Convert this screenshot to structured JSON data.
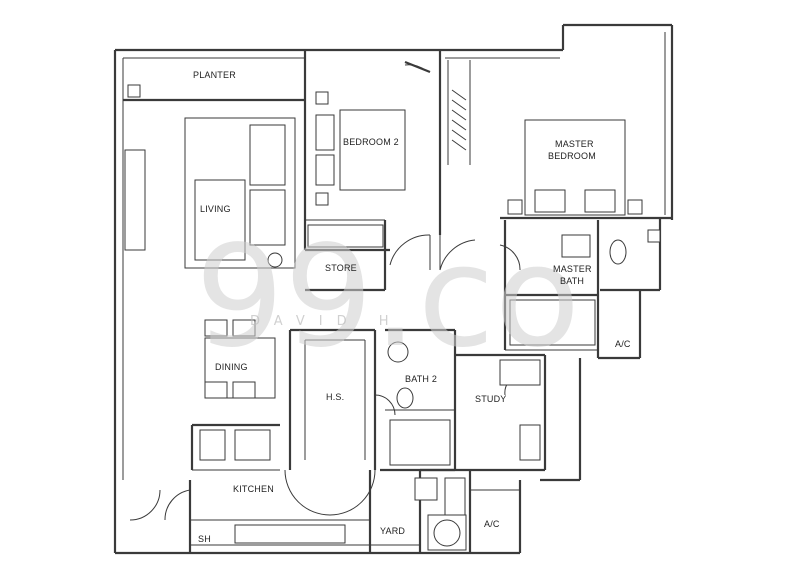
{
  "rooms": {
    "planter": "PLANTER",
    "living": "LIVING",
    "bedroom2": "BEDROOM 2",
    "store": "STORE",
    "master_bedroom_line1": "MASTER",
    "master_bedroom_line2": "BEDROOM",
    "master_bath_line1": "MASTER",
    "master_bath_line2": "BATH",
    "ac_upper": "A/C",
    "dining": "DINING",
    "hs": "H.S.",
    "bath2": "BATH 2",
    "study": "STUDY",
    "kitchen": "KITCHEN",
    "yard": "YARD",
    "ac_lower": "A/C",
    "sh": "SH"
  },
  "watermark": {
    "logo": "99.co",
    "subtext": "DAVID H"
  },
  "colors": {
    "line": "#3a3a3a",
    "watermark": "#cfcfcf",
    "background": "#ffffff"
  }
}
